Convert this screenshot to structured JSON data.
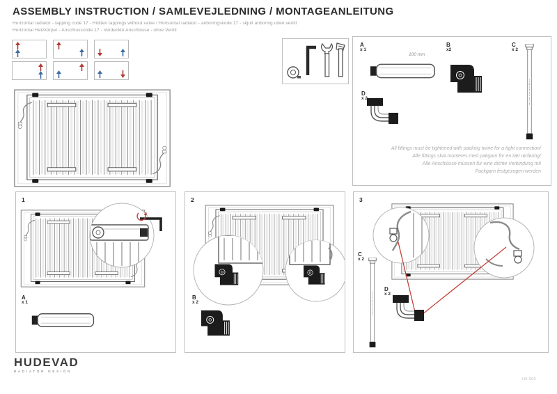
{
  "header": {
    "title": "ASSEMBLY INSTRUCTION / SAMLEVEJLEDNING / MONTAGEANLEITUNG",
    "subtitle_en_da": "Horizontal radiator - tapping code 17 - Hidden tappings without valve / Horisontal radiator - anboringskode 17 - skjult anboring uden ventil",
    "subtitle_de": "Horizontal Heizkörper - Anschlusscode 17 - Verdeckte Anschlüsse - ohne Ventil"
  },
  "parts_box": {
    "part_a": {
      "letter": "A",
      "qty": "x 1",
      "dimension": "100 mm"
    },
    "part_b": {
      "letter": "B",
      "qty": "x2"
    },
    "part_c": {
      "letter": "C",
      "qty": "x 2"
    },
    "part_d": {
      "letter": "D",
      "qty": "x 2"
    },
    "note_line1": "All fittings must be tightened with packing twine for a tight connection/",
    "note_line2": "Alle fittings skal monteres med pakgarn for en tæt rørføring/",
    "note_line3": "Alle Anschlüsse müssen für eine dichte Verbindung mit",
    "note_line4": "Packgarn festgezogen werden"
  },
  "steps": {
    "step1": {
      "number": "1",
      "part_letter": "A",
      "part_qty": "x 1"
    },
    "step2": {
      "number": "2",
      "part_letter": "B",
      "part_qty": "x 2"
    },
    "step3": {
      "number": "3",
      "part_c_letter": "C",
      "part_c_qty": "x 2",
      "part_d_letter": "D",
      "part_d_qty": "x 2"
    }
  },
  "footer": {
    "brand": "HUDEVAD",
    "brand_tagline": "RADIATOR DESIGN",
    "doc_code": "H0-000"
  },
  "icons": {
    "tools": [
      "tape-measure-icon",
      "allen-key-icon",
      "open-end-wrench-icon",
      "pipe-wrench-icon"
    ],
    "flow_arrows": "red = flow, blue = return"
  },
  "colors": {
    "flow_red": "#ae3b33",
    "flow_blue": "#3d6c9e",
    "highlight_red": "#c4423b",
    "line_gray": "#8a8a8a",
    "border_gray": "#c0c0c0"
  }
}
